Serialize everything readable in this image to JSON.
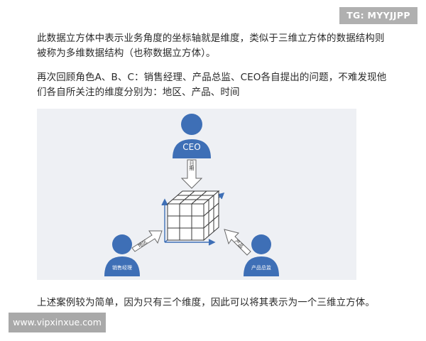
{
  "article": {
    "para1": "此数据立方体中表示业务角度的坐标轴就是维度，类似于三维立方体的数据结构则被称为多维数据结构（也称数据立方体）。",
    "para2": "再次回顾角色A、B、C：销售经理、产品总监、CEO各自提出的问题，不难发现他们各自所关注的维度分别为：地区、产品、时间",
    "para3": "上述案例较为简单，因为只有三个维度，因此可以将其表示为一个三维立方体。"
  },
  "figure": {
    "ceo_label": "CEO",
    "sales_label": "销售经理",
    "product_label": "产品总监",
    "arrow_date": "日期",
    "arrow_region": "地区",
    "arrow_product": "产品",
    "colors": {
      "person": "#3e6fb6",
      "arrow_fill": "#ffffff",
      "arrow_stroke": "#666666",
      "cube_stroke": "#3a3a3a",
      "axis": "#3e6fb6",
      "background": "#eef0f4"
    }
  },
  "watermarks": {
    "tg": "TG: MYYJJPP",
    "url": "www.vipxinxue.com"
  }
}
